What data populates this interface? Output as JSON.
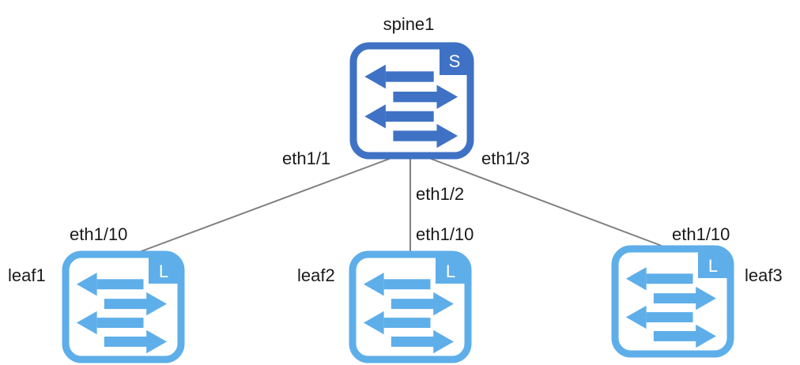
{
  "colors": {
    "spine": "#3f72c4",
    "leaf": "#5eaee9",
    "link": "#808080",
    "text": "#1a1a1a"
  },
  "icons": {
    "switch": "switch-arrows-icon"
  },
  "nodes": {
    "spine1": {
      "name": "spine1",
      "role": "S"
    },
    "leaf1": {
      "name": "leaf1",
      "role": "L"
    },
    "leaf2": {
      "name": "leaf2",
      "role": "L"
    },
    "leaf3": {
      "name": "leaf3",
      "role": "L"
    }
  },
  "links": [
    {
      "a": "spine1",
      "a_port": "eth1/1",
      "b": "leaf1",
      "b_port": "eth1/10"
    },
    {
      "a": "spine1",
      "a_port": "eth1/2",
      "b": "leaf2",
      "b_port": "eth1/10"
    },
    {
      "a": "spine1",
      "a_port": "eth1/3",
      "b": "leaf3",
      "b_port": "eth1/10"
    }
  ]
}
